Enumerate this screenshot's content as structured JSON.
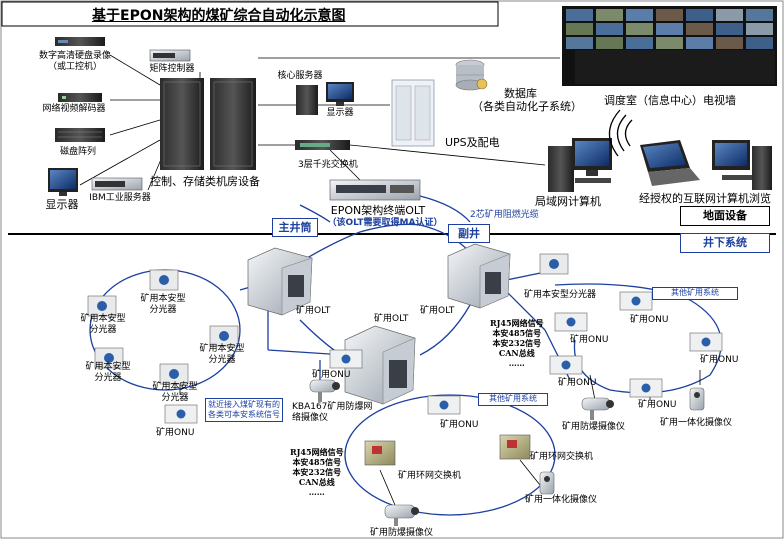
{
  "title": "基于EPON架构的煤矿综合自动化示意图",
  "surface": {
    "devices_left": [
      {
        "id": "dvr",
        "label": "数字高清硬盘录像\n（或工控机）"
      },
      {
        "id": "decoder",
        "label": "网络视频解码器"
      },
      {
        "id": "raid",
        "label": "磁盘阵列"
      },
      {
        "id": "monitor",
        "label": "显示器"
      },
      {
        "id": "ibm",
        "label": "IBM工业服务器"
      }
    ],
    "matrix": "矩阵控制器",
    "room": "控制、存储类机房设备",
    "core_server": "核心服务器",
    "core_display": "显示器",
    "ups": "UPS及配电",
    "database_title": "数据库",
    "database_sub": "（各类自动化子系统）",
    "switch": "3层千兆交换机",
    "olt_title": "EPON架构终端OLT",
    "olt_sub": "（该OLT需要取得MA认证）",
    "fiber": "2芯矿用阻燃光缆",
    "tv_wall": "调度室（信息中心）电视墙",
    "lan": "局域网计算机",
    "internet": "经授权的互联网计算机浏览",
    "ground": "地面设备",
    "underground": "井下系统"
  },
  "shafts": {
    "main": "主井筒",
    "aux": "副井"
  },
  "underground": {
    "splitters": [
      "矿用本安型\n分光器",
      "矿用本安型\n分光器",
      "矿用本安型\n分光器",
      "矿用本安型\n分光器",
      "矿用本安型\n分光器",
      "矿用本安型分光器"
    ],
    "onu_label": "矿用ONU",
    "olt_label": "矿用OLT",
    "kba": "KBA167矿用防爆网\n络摄像仪",
    "note_left": "就近接入煤矿现有的\n各类可本安系统信号",
    "other_system": "其他矿用系统",
    "signals": [
      "RJ45网络信号",
      "本安485信号",
      "本安232信号",
      "CAN总线",
      "……"
    ],
    "ring_switch": "矿用环网交换机",
    "integrated_cam": "矿用一体化摄像仪",
    "explosion_cam": "矿用防爆摄像仪"
  }
}
